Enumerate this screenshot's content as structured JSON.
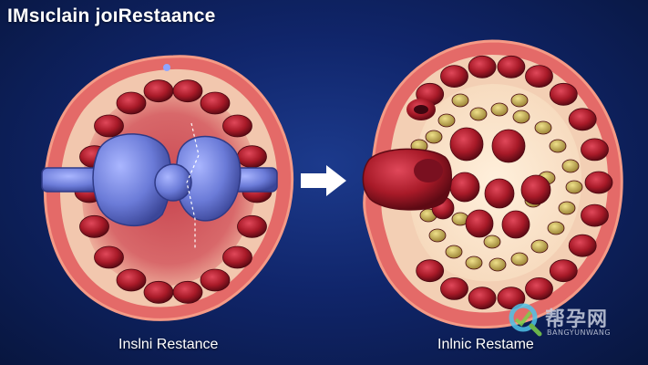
{
  "title": "IMsıclain joıRestaance",
  "captions": {
    "left": "Inslni Restance",
    "right": "Inlnic Restame"
  },
  "watermark": {
    "logo": "帮孕网",
    "sub": "BANGYUNWANG"
  },
  "icons": {
    "arrow": "right-arrow-icon",
    "watermark_logo": "magnifier-logo-icon"
  },
  "colors": {
    "background": "#10256a",
    "tissue": "#f2c2a8",
    "wall": "#e8716a",
    "cell": "#b0202c",
    "receptor": "#6f7fd6",
    "fat": "#c9b35a"
  }
}
